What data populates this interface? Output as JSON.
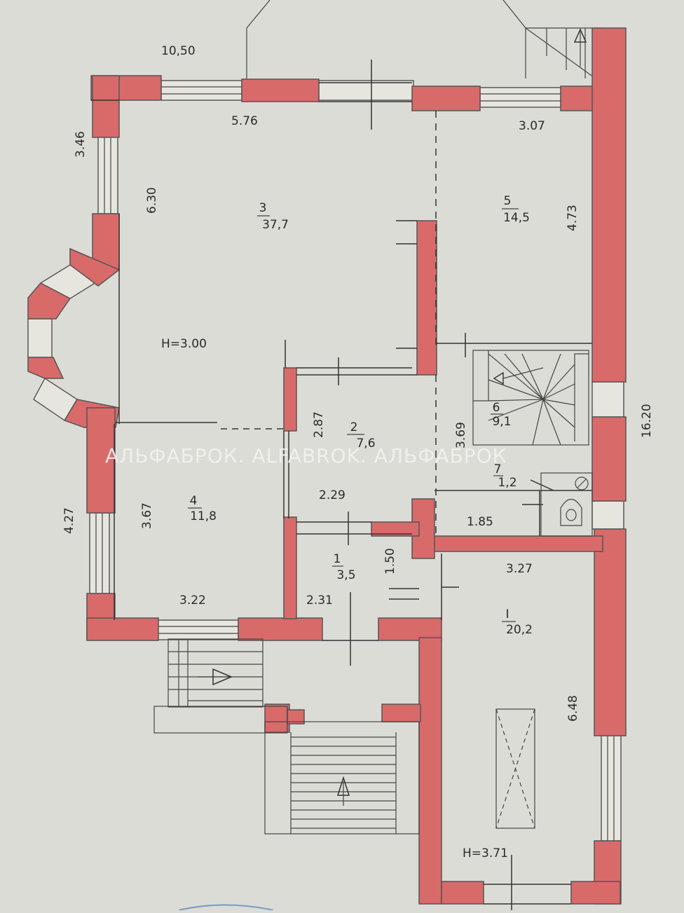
{
  "plan": {
    "ceiling_main": "H=3.00",
    "ceiling_garage": "H=3.71",
    "watermark": "АЛЬФАБРОК. ALFABROK. АЛЬФАБРОК",
    "wall_color": "#d96a6a",
    "paper_color": "#dcdcd6"
  },
  "dimensions": {
    "overall_width": "10,50",
    "overall_length": "16.20",
    "bay_left": "3.46",
    "living_width": "5.76",
    "living_depth": "6.30",
    "room5_width": "3.07",
    "room5_depth": "4.73",
    "hall2_depth": "2.87",
    "hall2_width": "2.29",
    "stair_depth": "3.69",
    "bath_width": "1.85",
    "room4_left_total": "4.27",
    "room4_depth": "3.67",
    "room4_width": "3.22",
    "vestibule_width": "2.31",
    "vestibule_depth": "1.50",
    "garage_width": "3.27",
    "garage_depth": "6.48"
  },
  "rooms": {
    "r3": {
      "num": "3",
      "area": "37,7"
    },
    "r5": {
      "num": "5",
      "area": "14,5"
    },
    "r2": {
      "num": "2",
      "area": "7,6"
    },
    "r6": {
      "num": "6",
      "area": "9,1"
    },
    "r7": {
      "num": "7",
      "area": "1,2"
    },
    "r4": {
      "num": "4",
      "area": "11,8"
    },
    "r1": {
      "num": "1",
      "area": "3,5"
    },
    "rI": {
      "num": "I",
      "area": "20,2"
    }
  }
}
